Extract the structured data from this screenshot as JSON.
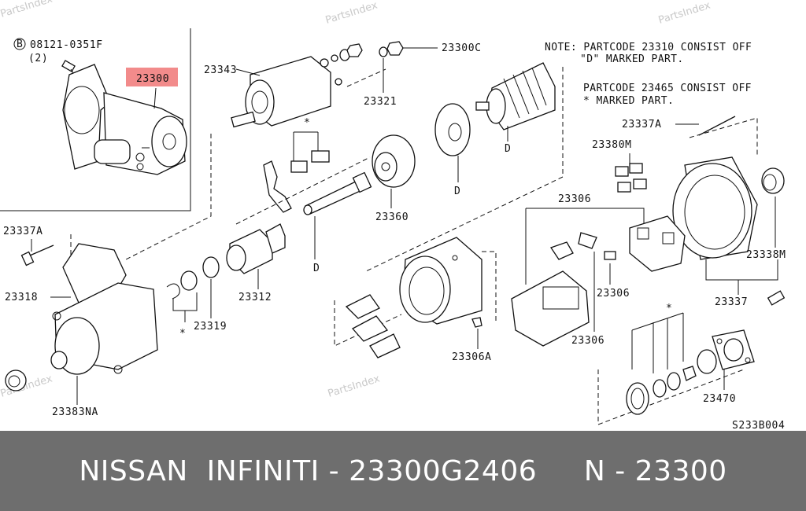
{
  "watermark": "PartsIndex",
  "inset": {
    "bolt_code": "08121-0351F",
    "bolt_qty": "(2)",
    "bolt_prefix": "B",
    "highlight_label": "23300",
    "highlight_color": "#f28b8b"
  },
  "notes": {
    "line1": "NOTE: PARTCODE 23310 CONSIST OFF",
    "line2": "\"D\" MARKED PART.",
    "line3": "PARTCODE 23465 CONSIST OFF",
    "line4": "* MARKED PART."
  },
  "labels": {
    "l23343": "23343",
    "l23321": "23321",
    "l23300C": "23300C",
    "l23337A_top": "23337A",
    "l23380M": "23380M",
    "l23306_top": "23306",
    "l23360": "23360",
    "l23337A_left": "23337A",
    "l23318": "23318",
    "l23312": "23312",
    "l23319": "23319",
    "l23383NA": "23383NA",
    "l23306_mid": "23306",
    "l23306_low": "23306",
    "l23306A": "23306A",
    "l23338M": "23338M",
    "l23337": "23337",
    "l23470": "23470",
    "d1": "D",
    "d2": "D",
    "d3": "D",
    "star1": "*",
    "star2": "*",
    "star3": "*"
  },
  "diagram_code": "S233B004",
  "footer": {
    "brand": "NISSAN  INFINITI",
    "part_number": "23300G2406",
    "group": "N - 23300"
  }
}
